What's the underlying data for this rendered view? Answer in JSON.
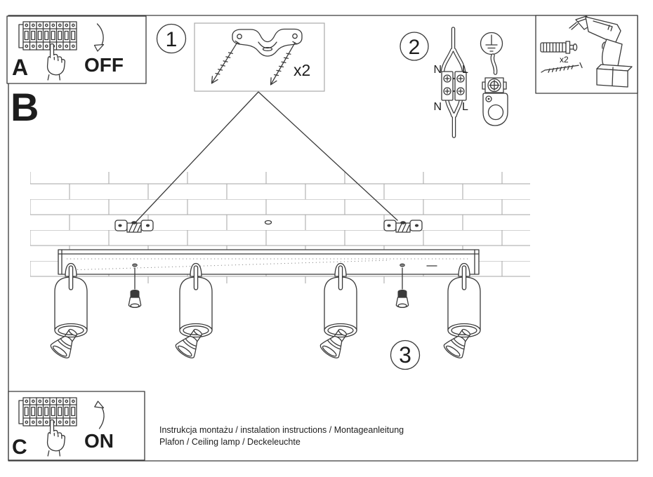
{
  "colors": {
    "line": "#3a3a3a",
    "light_line": "#a6a6a6",
    "background": "#ffffff",
    "text": "#1d1d1d"
  },
  "panel_a": {
    "label": "A",
    "action_label": "OFF"
  },
  "panel_b": {
    "label": "B"
  },
  "panel_c": {
    "label": "C",
    "action_label": "ON"
  },
  "step_1": {
    "badge": "1",
    "quantity_label": "x2"
  },
  "step_2": {
    "badge": "2",
    "n_top": "N",
    "l_top": "L",
    "n_bottom": "N",
    "l_bottom": "L"
  },
  "step_3": {
    "badge": "3"
  },
  "tools": {
    "quantity_label": "x2"
  },
  "footer": {
    "line_1": "Instrukcja montażu / instalation instructions / Montageanleitung",
    "line_2": "Plafon / Ceiling lamp / Deckeleuchte"
  }
}
